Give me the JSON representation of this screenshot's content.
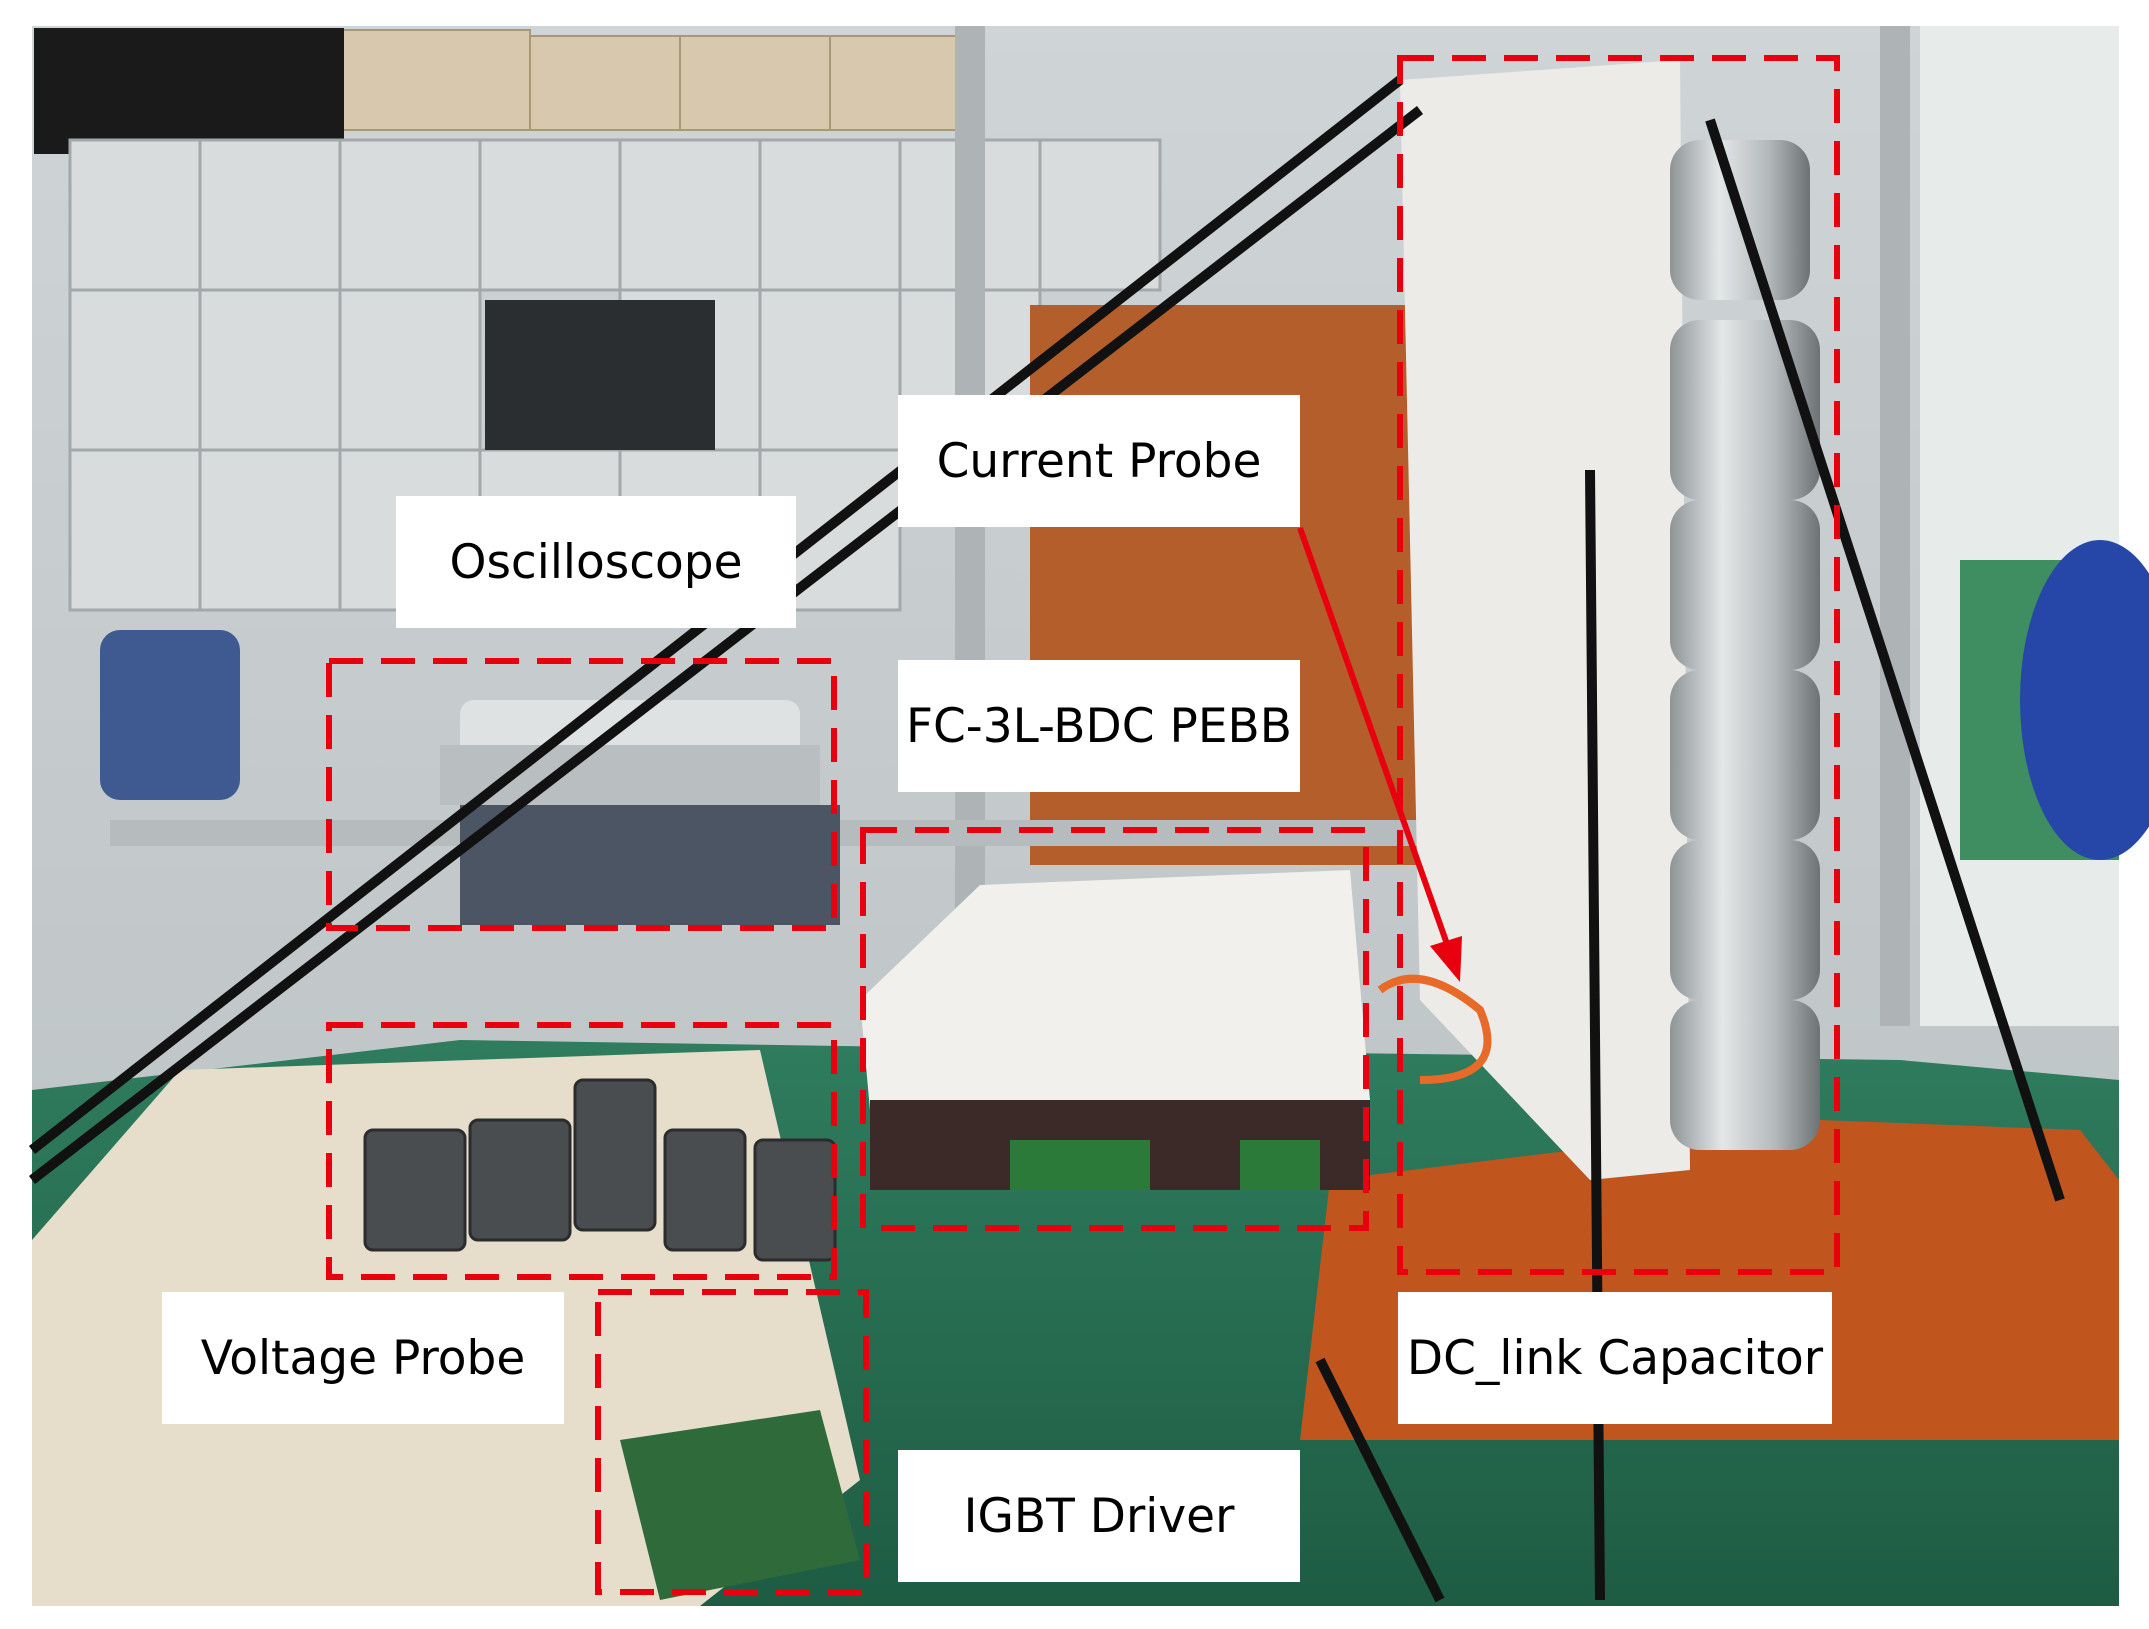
{
  "labels": {
    "oscilloscope": "Oscilloscope",
    "current_probe": "Current Probe",
    "pebb": "FC-3L-BDC PEBB",
    "voltage_probe": "Voltage Probe",
    "dc_link_capacitor": "DC_link Capacitor",
    "igbt_driver": "IGBT Driver"
  },
  "colors": {
    "highlight": "#e8000f",
    "label_bg": "#ffffff",
    "label_text": "#000000"
  }
}
